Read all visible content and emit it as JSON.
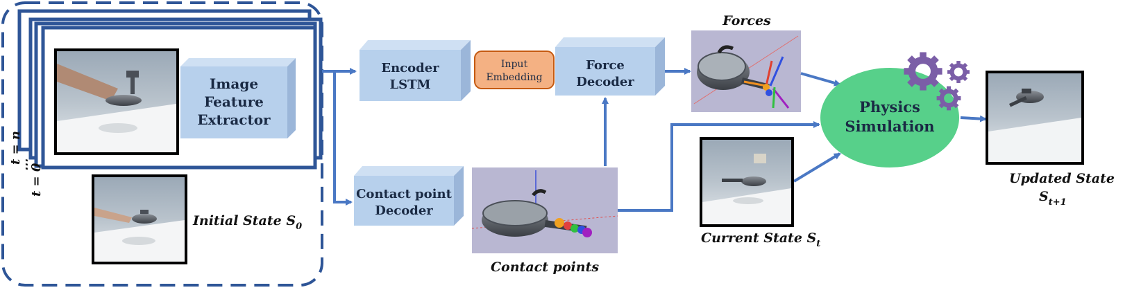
{
  "colors": {
    "arrow": "#4a78c4",
    "frame_border": "#2e5597",
    "box_front": "#b7d0ec",
    "box_side": "#9bb6d9",
    "embed_fill": "#f4b183",
    "embed_border": "#c55a11",
    "physics_fill": "#57d08a",
    "gear": "#7b5ea7"
  },
  "input_stack": {
    "time_top": "t = n",
    "time_dots": "⋯",
    "time_bottom": "t = 0",
    "extractor_label_1": "Image",
    "extractor_label_2": "Feature",
    "extractor_label_3": "Extractor",
    "initial_state_label": "Initial State ",
    "initial_state_symbol": "S",
    "initial_state_sub": "0"
  },
  "encoder": {
    "line1": "Encoder",
    "line2": "LSTM"
  },
  "embedding": {
    "line1": "Input",
    "line2": "Embedding"
  },
  "force_decoder": {
    "line1": "Force",
    "line2": "Decoder"
  },
  "contact_decoder": {
    "line1": "Contact point",
    "line2": "Decoder"
  },
  "forces": {
    "title": "Forces"
  },
  "contact_points": {
    "caption": "Contact points"
  },
  "physics": {
    "line1": "Physics",
    "line2": "Simulation"
  },
  "current_state": {
    "label": "Current State ",
    "symbol": "S",
    "sub": "t"
  },
  "updated_state": {
    "line1": "Updated State",
    "symbol": "S",
    "sub": "t+1"
  }
}
